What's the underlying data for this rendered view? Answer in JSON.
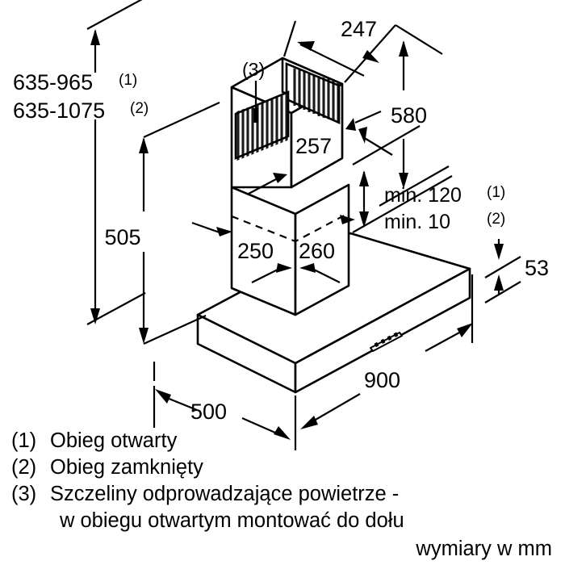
{
  "document": {
    "title": "Cooker hood installation dimension drawing",
    "language": "pl",
    "units_note": "wymiary w mm"
  },
  "dimensions": {
    "height_range_open": "635-965",
    "height_range_open_ref": "(1)",
    "height_range_closed": "635-1075",
    "height_range_closed_ref": "(2)",
    "chimney_depth": "247",
    "chimney_upper_height": "580",
    "chimney_width": "257",
    "canopy_to_chimney_height": "505",
    "chimney_lower_depth": "250",
    "chimney_lower_width": "260",
    "clearance_open": "min. 120",
    "clearance_open_ref": "(1)",
    "clearance_closed": "min. 10",
    "clearance_closed_ref": "(2)",
    "canopy_thickness": "53",
    "canopy_width": "900",
    "canopy_depth": "500"
  },
  "callouts": {
    "vent_slot": "(3)"
  },
  "legend": {
    "items": [
      {
        "marker": "(1)",
        "text": "Obieg otwarty"
      },
      {
        "marker": "(2)",
        "text": "Obieg zamknięty"
      },
      {
        "marker": "(3)",
        "text": "Szczeliny odprowadzające powietrze -"
      }
    ],
    "item3_line2": "w obiegu otwartym montować do dołu"
  },
  "footer": {
    "units": "wymiary w mm"
  },
  "colors": {
    "line": "#000000",
    "background": "#ffffff",
    "grille": "#1a1a1a"
  }
}
